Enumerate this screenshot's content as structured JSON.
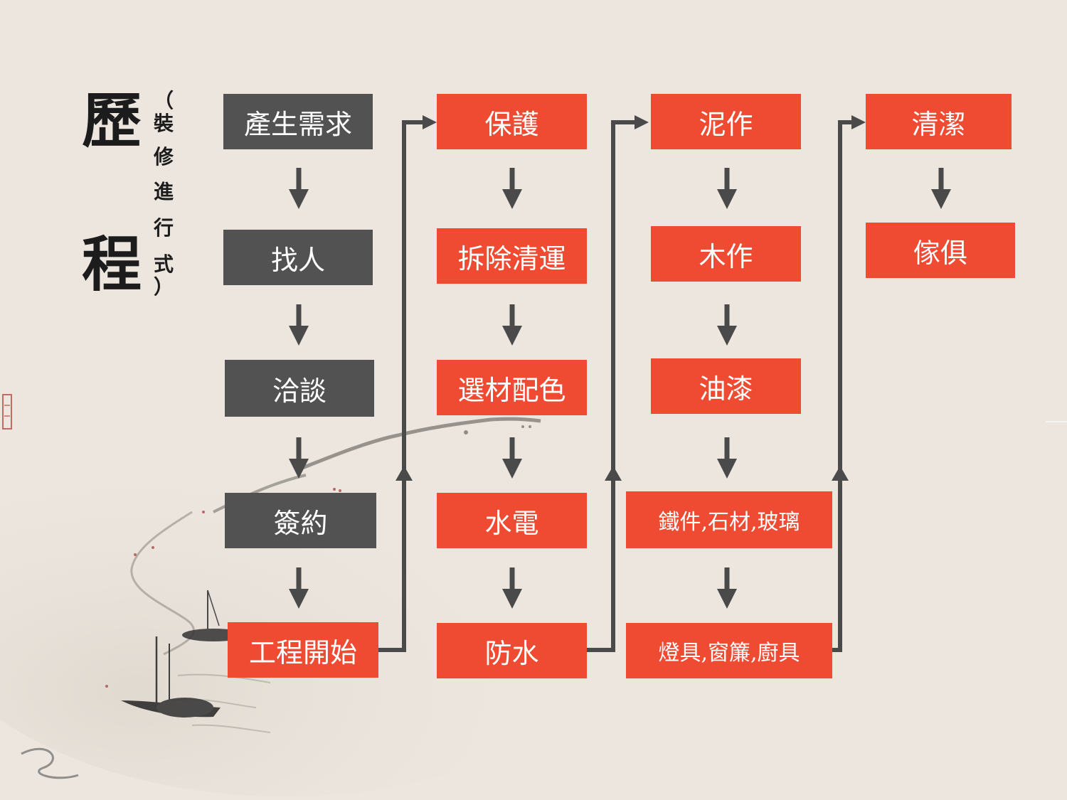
{
  "title": {
    "chars": [
      "歷",
      "程"
    ],
    "sub_chars": [
      "（",
      "裝",
      "修",
      "進",
      "行",
      "式",
      "）"
    ]
  },
  "columns": [
    {
      "color": "gray",
      "steps": [
        "產生需求",
        "找人",
        "洽談",
        "簽約"
      ]
    },
    {
      "color": "red",
      "steps": [
        "工程開始"
      ]
    },
    {
      "color": "red",
      "steps": [
        "保護",
        "拆除清運",
        "選材配色",
        "水電",
        "防水"
      ]
    },
    {
      "color": "red",
      "steps": [
        "泥作",
        "木作",
        "油漆",
        "鐵件,石材,玻璃",
        "燈具,窗簾,廚具"
      ]
    },
    {
      "color": "red",
      "steps": [
        "清潔",
        "傢俱"
      ]
    }
  ],
  "colors": {
    "gray": "#525252",
    "red": "#ee4b32",
    "arrow": "#4a4a4a",
    "background": "#ece6df"
  },
  "decoration": {
    "seal": "seal-stamp",
    "art": "ink-landscape-boats"
  }
}
